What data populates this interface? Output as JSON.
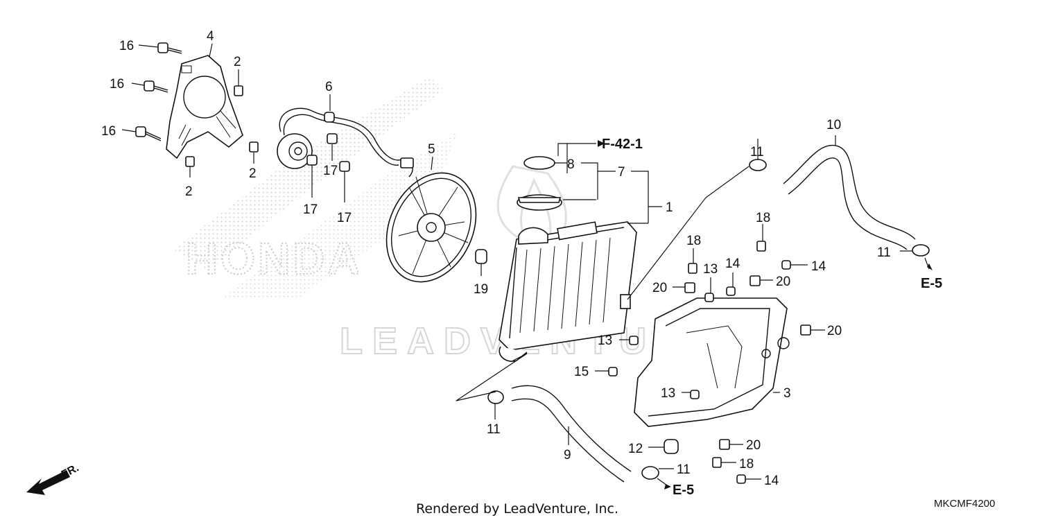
{
  "watermark": {
    "brand": "HONDA",
    "lead": "LEADVENTURE"
  },
  "footer": {
    "rendered_by": "Rendered by LeadVenture, Inc.",
    "diagram_code": "MKCMF4200"
  },
  "front_indicator": {
    "label": "FR.",
    "icon": "front-arrow-icon"
  },
  "references": {
    "f42": "F-42-1",
    "e5_top": "E-5",
    "e5_bottom": "E-5"
  },
  "callouts": {
    "c16a": "16",
    "c16b": "16",
    "c16c": "16",
    "c4": "4",
    "c2a": "2",
    "c2b": "2",
    "c2c": "2",
    "c6": "6",
    "c17a": "17",
    "c17b": "17",
    "c17c": "17",
    "c5": "5",
    "c19": "19",
    "c8": "8",
    "c7": "7",
    "c1": "1",
    "c11a": "11",
    "c10": "10",
    "c11b": "11",
    "c18a": "18",
    "c18b": "18",
    "c18c": "18",
    "c13a": "13",
    "c13b": "13",
    "c13c": "13",
    "c14a": "14",
    "c14b": "14",
    "c14c": "14",
    "c20a": "20",
    "c20b": "20",
    "c20c": "20",
    "c20d": "20",
    "c15": "15",
    "c3": "3",
    "c11c": "11",
    "c9": "9",
    "c12": "12",
    "c11d": "11"
  },
  "colors": {
    "line": "#111111",
    "watermark": "#d0d0d0"
  }
}
